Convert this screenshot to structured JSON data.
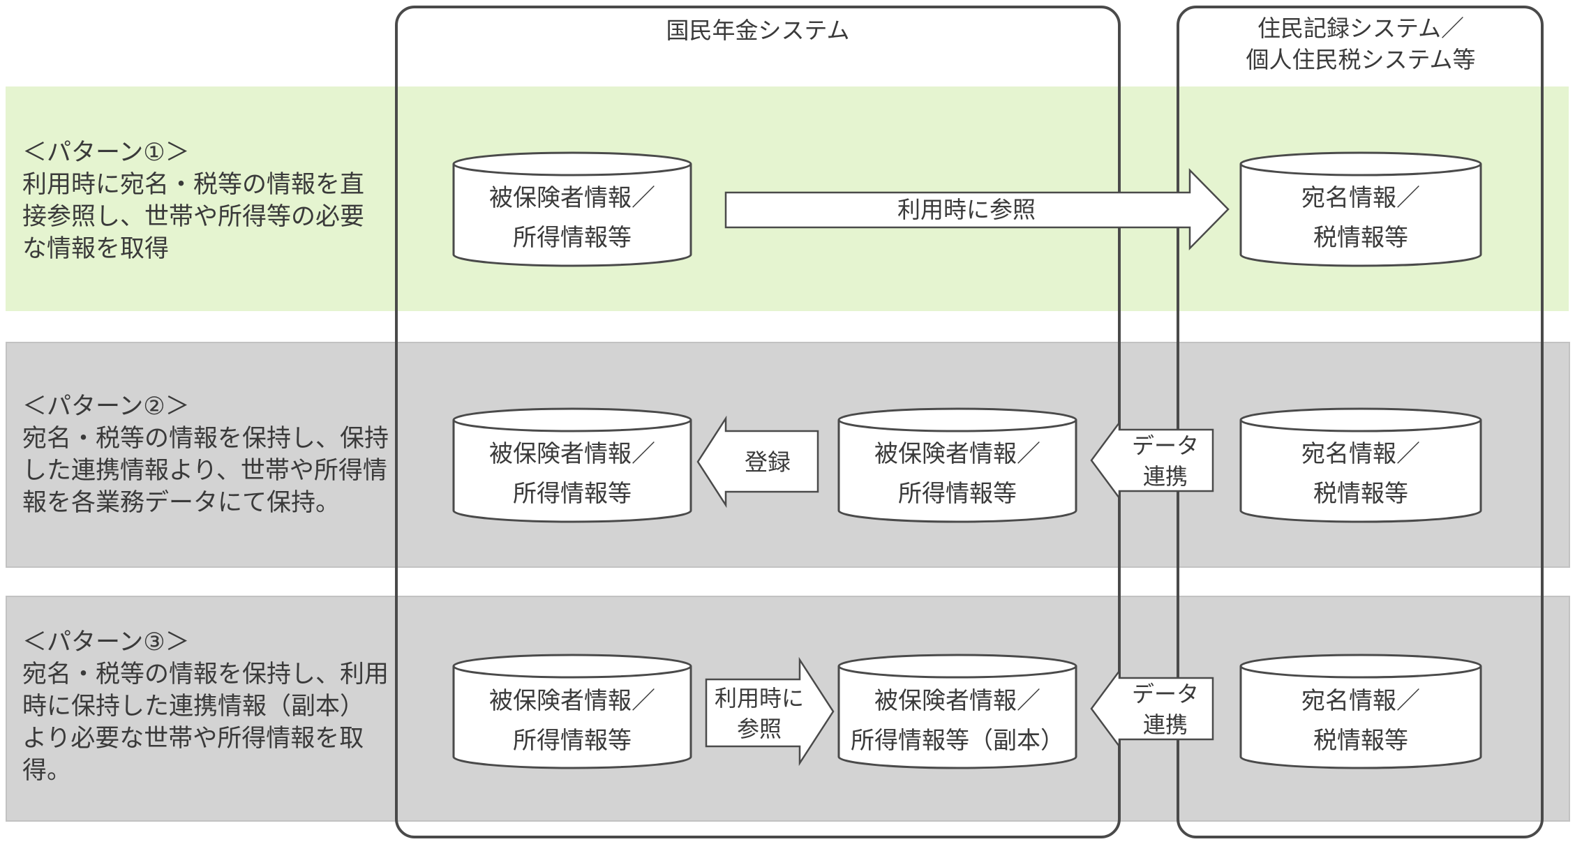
{
  "systems": {
    "pension_title": "国民年金システム",
    "resident_title_line1": "住民記録システム／",
    "resident_title_line2": "個人住民税システム等"
  },
  "colors": {
    "pattern1_band": "#e5f4d0",
    "pattern_gray_band": "#d3d3d3",
    "band_border": "#c2c2c2",
    "frame_stroke": "#4a4a4a",
    "shape_stroke": "#4a4a4a",
    "shape_fill": "#ffffff"
  },
  "patterns": [
    {
      "heading": "＜パターン①＞",
      "lines": [
        "利用時に宛名・税等の情報を直",
        "接参照し、世帯や所得等の必要",
        "な情報を取得"
      ],
      "source_db": [
        "被保険者情報／",
        "所得情報等"
      ],
      "arrow_label": "利用時に参照",
      "resident_db": [
        "宛名情報／",
        "税情報等"
      ]
    },
    {
      "heading": "＜パターン②＞",
      "lines": [
        "宛名・税等の情報を保持し、保持",
        "した連携情報より、世帯や所得情",
        "報を各業務データにて保持。"
      ],
      "source_db": [
        "被保険者情報／",
        "所得情報等"
      ],
      "arrow_label": "登録",
      "linked_db": [
        "被保険者情報／",
        "所得情報等"
      ],
      "link_label": [
        "データ",
        "連携"
      ],
      "resident_db": [
        "宛名情報／",
        "税情報等"
      ]
    },
    {
      "heading": "＜パターン③＞",
      "lines": [
        "宛名・税等の情報を保持し、利用",
        "時に保持した連携情報（副本）",
        "より必要な世帯や所得情報を取",
        "得。"
      ],
      "source_db": [
        "被保険者情報／",
        "所得情報等"
      ],
      "arrow_label": [
        "利用時に",
        "参照"
      ],
      "linked_db": [
        "被保険者情報／",
        "所得情報等（副本）"
      ],
      "link_label": [
        "データ",
        "連携"
      ],
      "resident_db": [
        "宛名情報／",
        "税情報等"
      ]
    }
  ]
}
